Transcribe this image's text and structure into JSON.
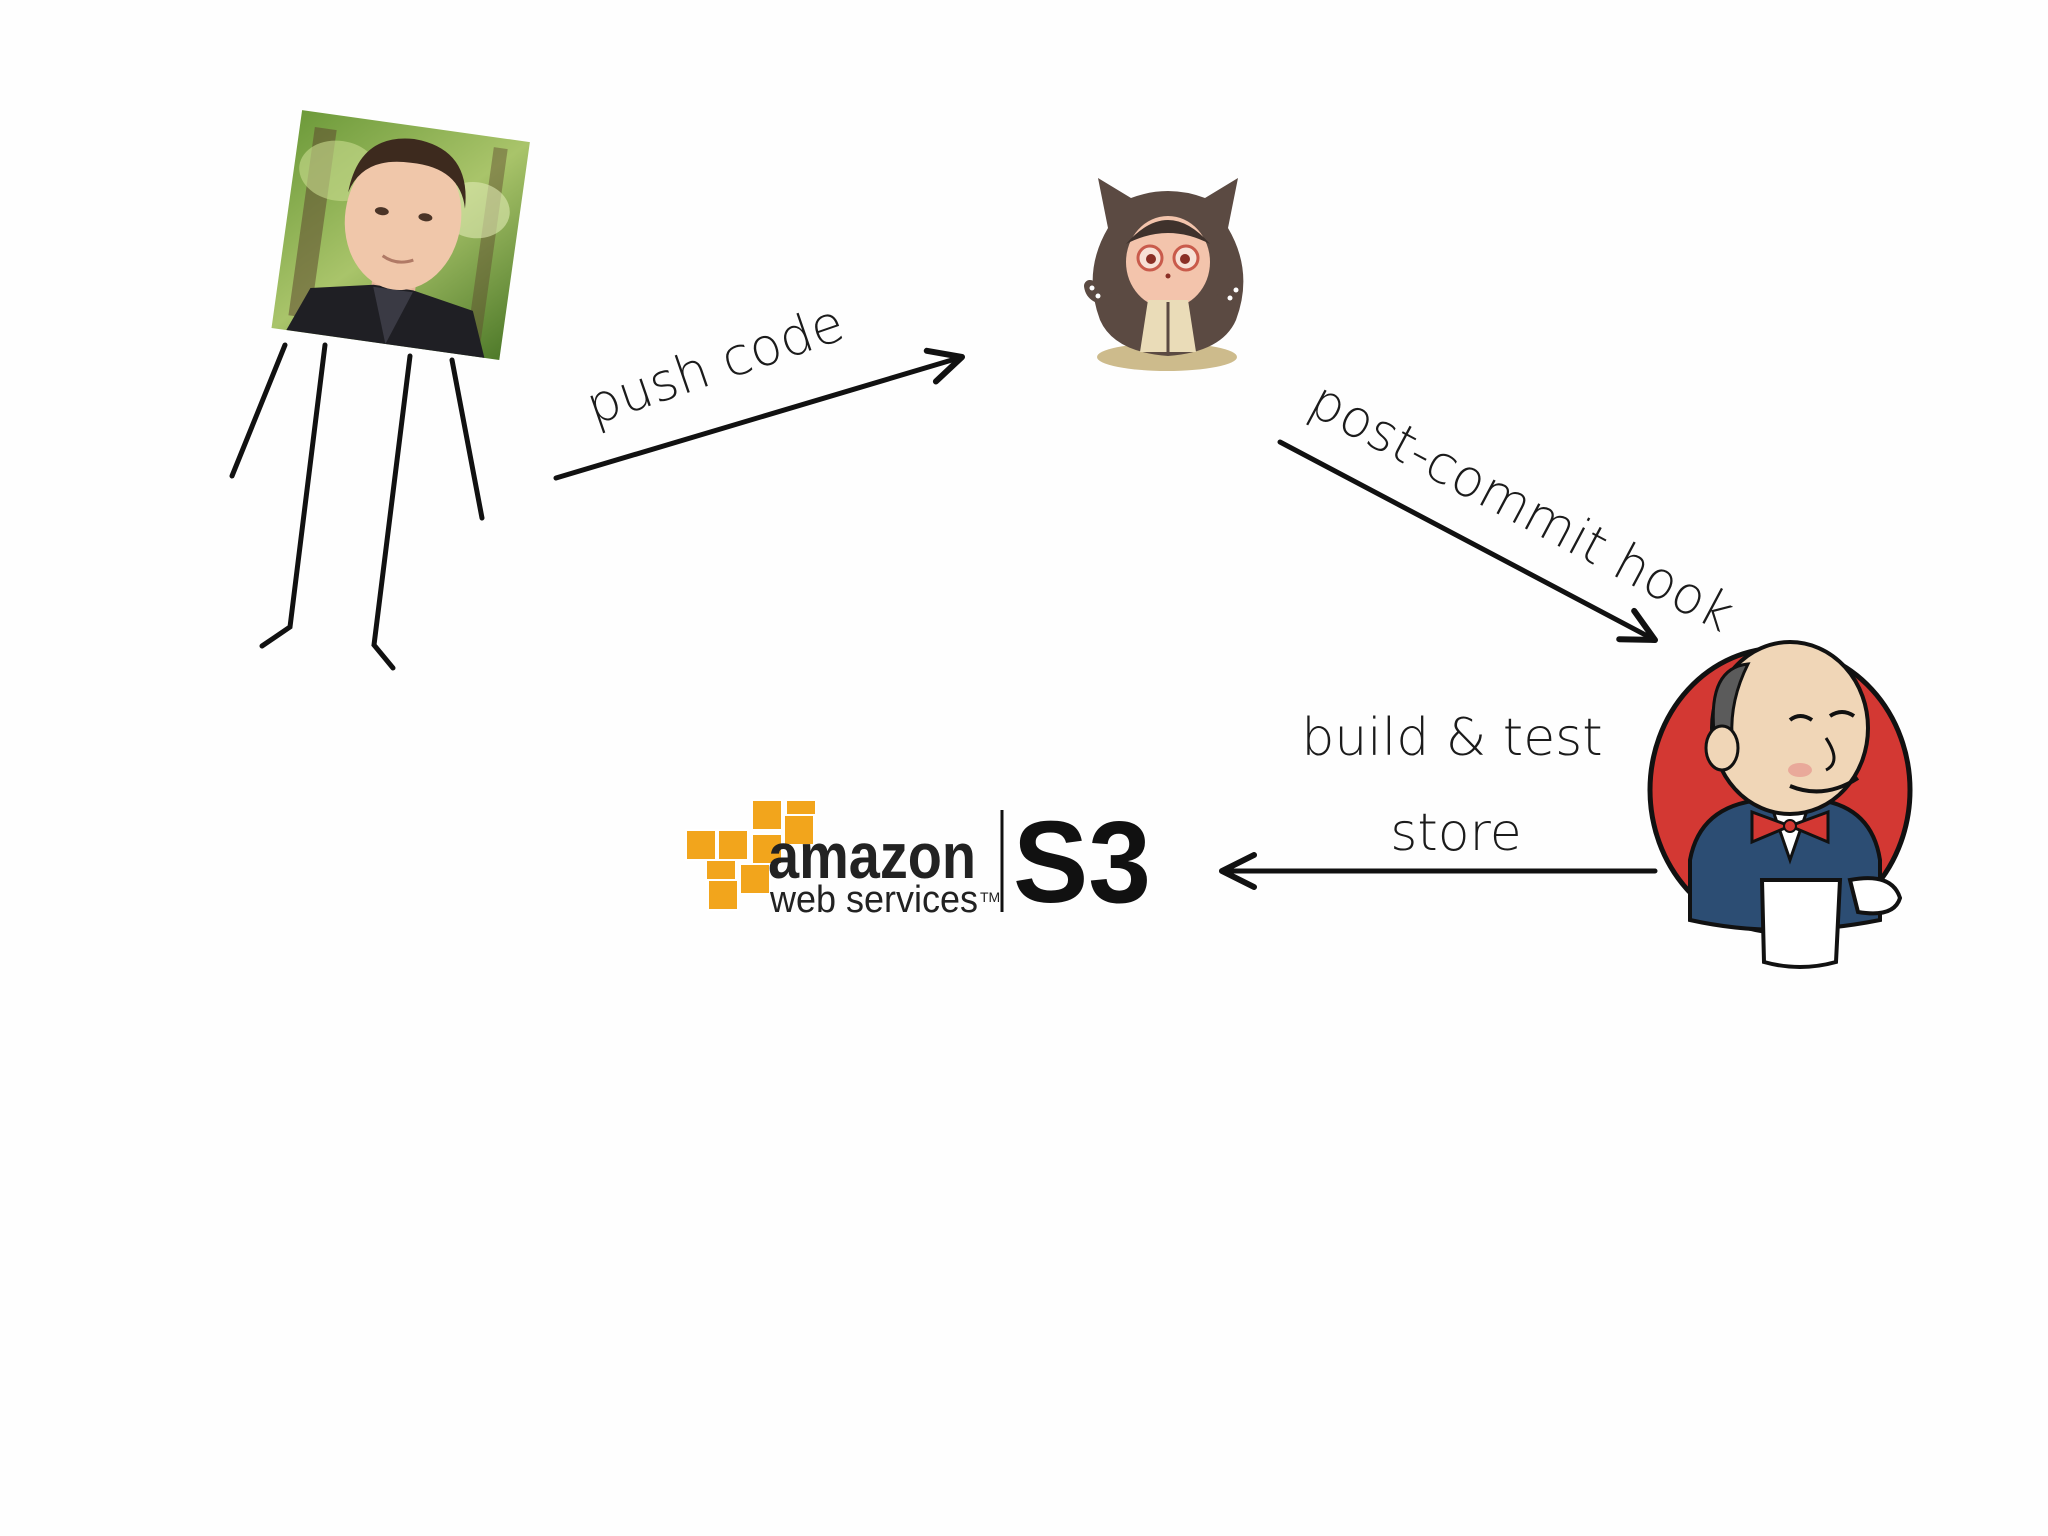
{
  "labels": {
    "push": "push code",
    "hook": "post-commit hook",
    "build": "build & test",
    "store": "store"
  },
  "aws_logo": {
    "word": "amazon",
    "sub": "web services",
    "tm": "TM",
    "product": "S3"
  },
  "colors": {
    "ink": "#111111",
    "aws_orange": "#f2a51c",
    "jenkins_red": "#d33833",
    "octocat_brown": "#5b4a42"
  }
}
